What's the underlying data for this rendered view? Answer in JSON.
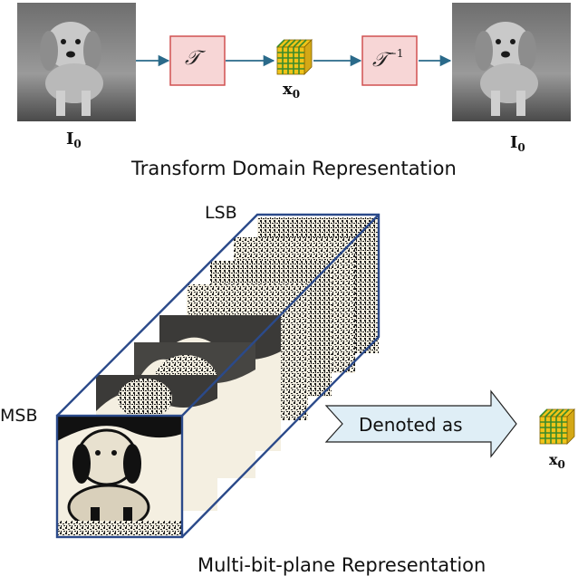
{
  "top": {
    "input_label": "I",
    "input_sub": "0",
    "transform_label": "𝒯",
    "inverse_label": "𝒯",
    "inverse_sup": "−1",
    "coeff_label": "x",
    "coeff_sub": "0",
    "output_label": "I",
    "output_sub": "0",
    "caption": "Transform Domain Representation"
  },
  "bottom": {
    "lsb_label": "LSB",
    "msb_label": "MSB",
    "arrow_text": "Denoted as",
    "coeff_label": "x",
    "coeff_sub": "0",
    "caption": "Multi-bit-plane Representation"
  },
  "colors": {
    "arrow": "#2a6a8a",
    "box_fill": "#f7d6d6",
    "box_stroke": "#d05050",
    "cube_yellow": "#f0c419",
    "cube_green": "#3a8a2a",
    "cube_outline": "#2b4a8a",
    "denoted_fill": "#dfeef6"
  }
}
